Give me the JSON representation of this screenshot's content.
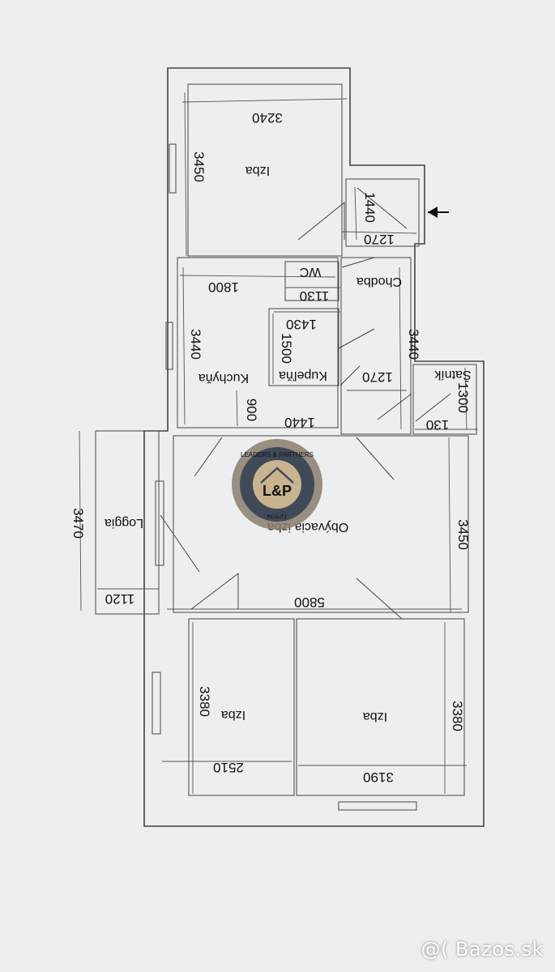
{
  "rooms": {
    "izba_top": "Izba",
    "wc": "WC",
    "chodba": "Chodba",
    "kupelna": "Kupeľňa",
    "kuchyna": "Kuchyňa",
    "satnik": "Šatník",
    "obyvacia": "Obývacia izba",
    "loggia": "Loggia",
    "izba_left": "Izba",
    "izba_right": "Izba"
  },
  "dimensions": {
    "d3240": "3240",
    "d3450_top": "3450",
    "d1440_entry": "1440",
    "d1270_entry": "1270",
    "d1800": "1800",
    "d1130": "1130",
    "d1430": "1430",
    "d1500": "1500",
    "d3440_kitchen": "3440",
    "d3440_hall": "3440",
    "d1270_hall": "1270",
    "d1300": "1300",
    "d130": "130",
    "d900": "900",
    "d1440_bath": "1440",
    "d3470": "3470",
    "d3450_living": "3450",
    "d1120": "1120",
    "d5800": "5800",
    "d3380_left": "3380",
    "d3380_right": "3380",
    "d2510": "2510",
    "d3190": "3190"
  },
  "logo": {
    "ring_text": "LEADERS & PARTNERS",
    "mark": "L&P",
    "sub": "REALITY",
    "colors": {
      "outer": "#8c7d6a",
      "ring": "#3f4a59",
      "inner": "#c9b48e"
    }
  },
  "watermark": "@( Bazos.sk",
  "entry_arrow_icon": "arrow-left-icon"
}
